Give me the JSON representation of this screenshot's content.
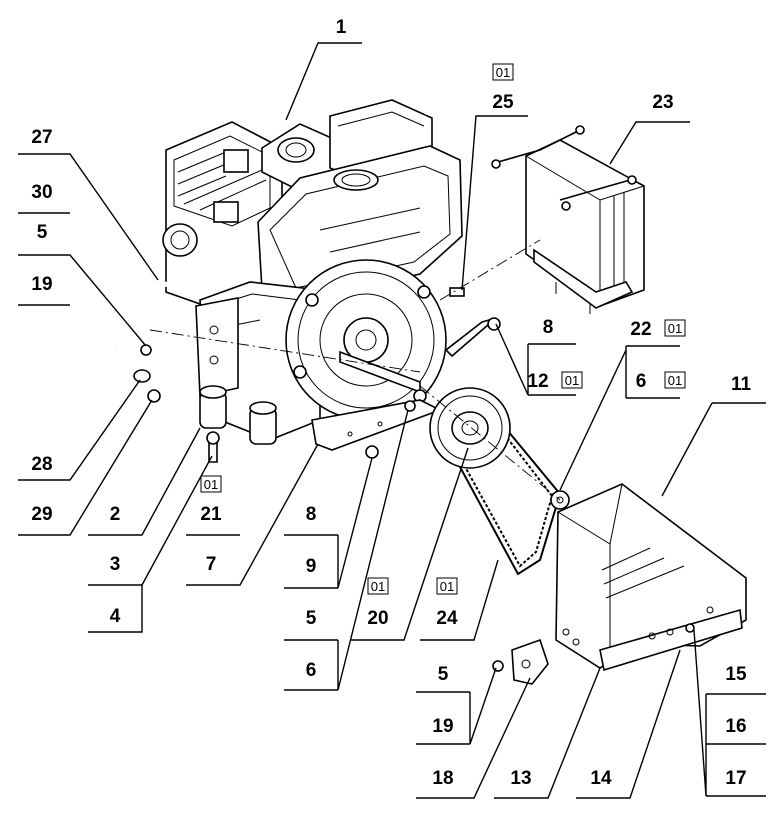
{
  "callouts": [
    {
      "id": "c1",
      "num": "1",
      "rev": ""
    },
    {
      "id": "c25",
      "num": "25",
      "rev": "01"
    },
    {
      "id": "c23",
      "num": "23",
      "rev": ""
    },
    {
      "id": "c27",
      "num": "27",
      "rev": ""
    },
    {
      "id": "c30",
      "num": "30",
      "rev": ""
    },
    {
      "id": "c5a",
      "num": "5",
      "rev": ""
    },
    {
      "id": "c19a",
      "num": "19",
      "rev": ""
    },
    {
      "id": "c8a",
      "num": "8",
      "rev": ""
    },
    {
      "id": "c12",
      "num": "12",
      "rev": "01"
    },
    {
      "id": "c22",
      "num": "22",
      "rev": "01"
    },
    {
      "id": "c6a",
      "num": "6",
      "rev": "01"
    },
    {
      "id": "c11",
      "num": "11",
      "rev": ""
    },
    {
      "id": "c28",
      "num": "28",
      "rev": ""
    },
    {
      "id": "c29",
      "num": "29",
      "rev": ""
    },
    {
      "id": "c2",
      "num": "2",
      "rev": ""
    },
    {
      "id": "c21",
      "num": "21",
      "rev": "01"
    },
    {
      "id": "c8b",
      "num": "8",
      "rev": ""
    },
    {
      "id": "c3",
      "num": "3",
      "rev": ""
    },
    {
      "id": "c7",
      "num": "7",
      "rev": ""
    },
    {
      "id": "c9",
      "num": "9",
      "rev": ""
    },
    {
      "id": "c4",
      "num": "4",
      "rev": ""
    },
    {
      "id": "c5b",
      "num": "5",
      "rev": ""
    },
    {
      "id": "c20",
      "num": "20",
      "rev": "01"
    },
    {
      "id": "c24",
      "num": "24",
      "rev": "01"
    },
    {
      "id": "c6b",
      "num": "6",
      "rev": ""
    },
    {
      "id": "c5c",
      "num": "5",
      "rev": ""
    },
    {
      "id": "c15",
      "num": "15",
      "rev": ""
    },
    {
      "id": "c19b",
      "num": "19",
      "rev": ""
    },
    {
      "id": "c16",
      "num": "16",
      "rev": ""
    },
    {
      "id": "c18",
      "num": "18",
      "rev": ""
    },
    {
      "id": "c13",
      "num": "13",
      "rev": ""
    },
    {
      "id": "c14",
      "num": "14",
      "rev": ""
    },
    {
      "id": "c17",
      "num": "17",
      "rev": ""
    }
  ]
}
